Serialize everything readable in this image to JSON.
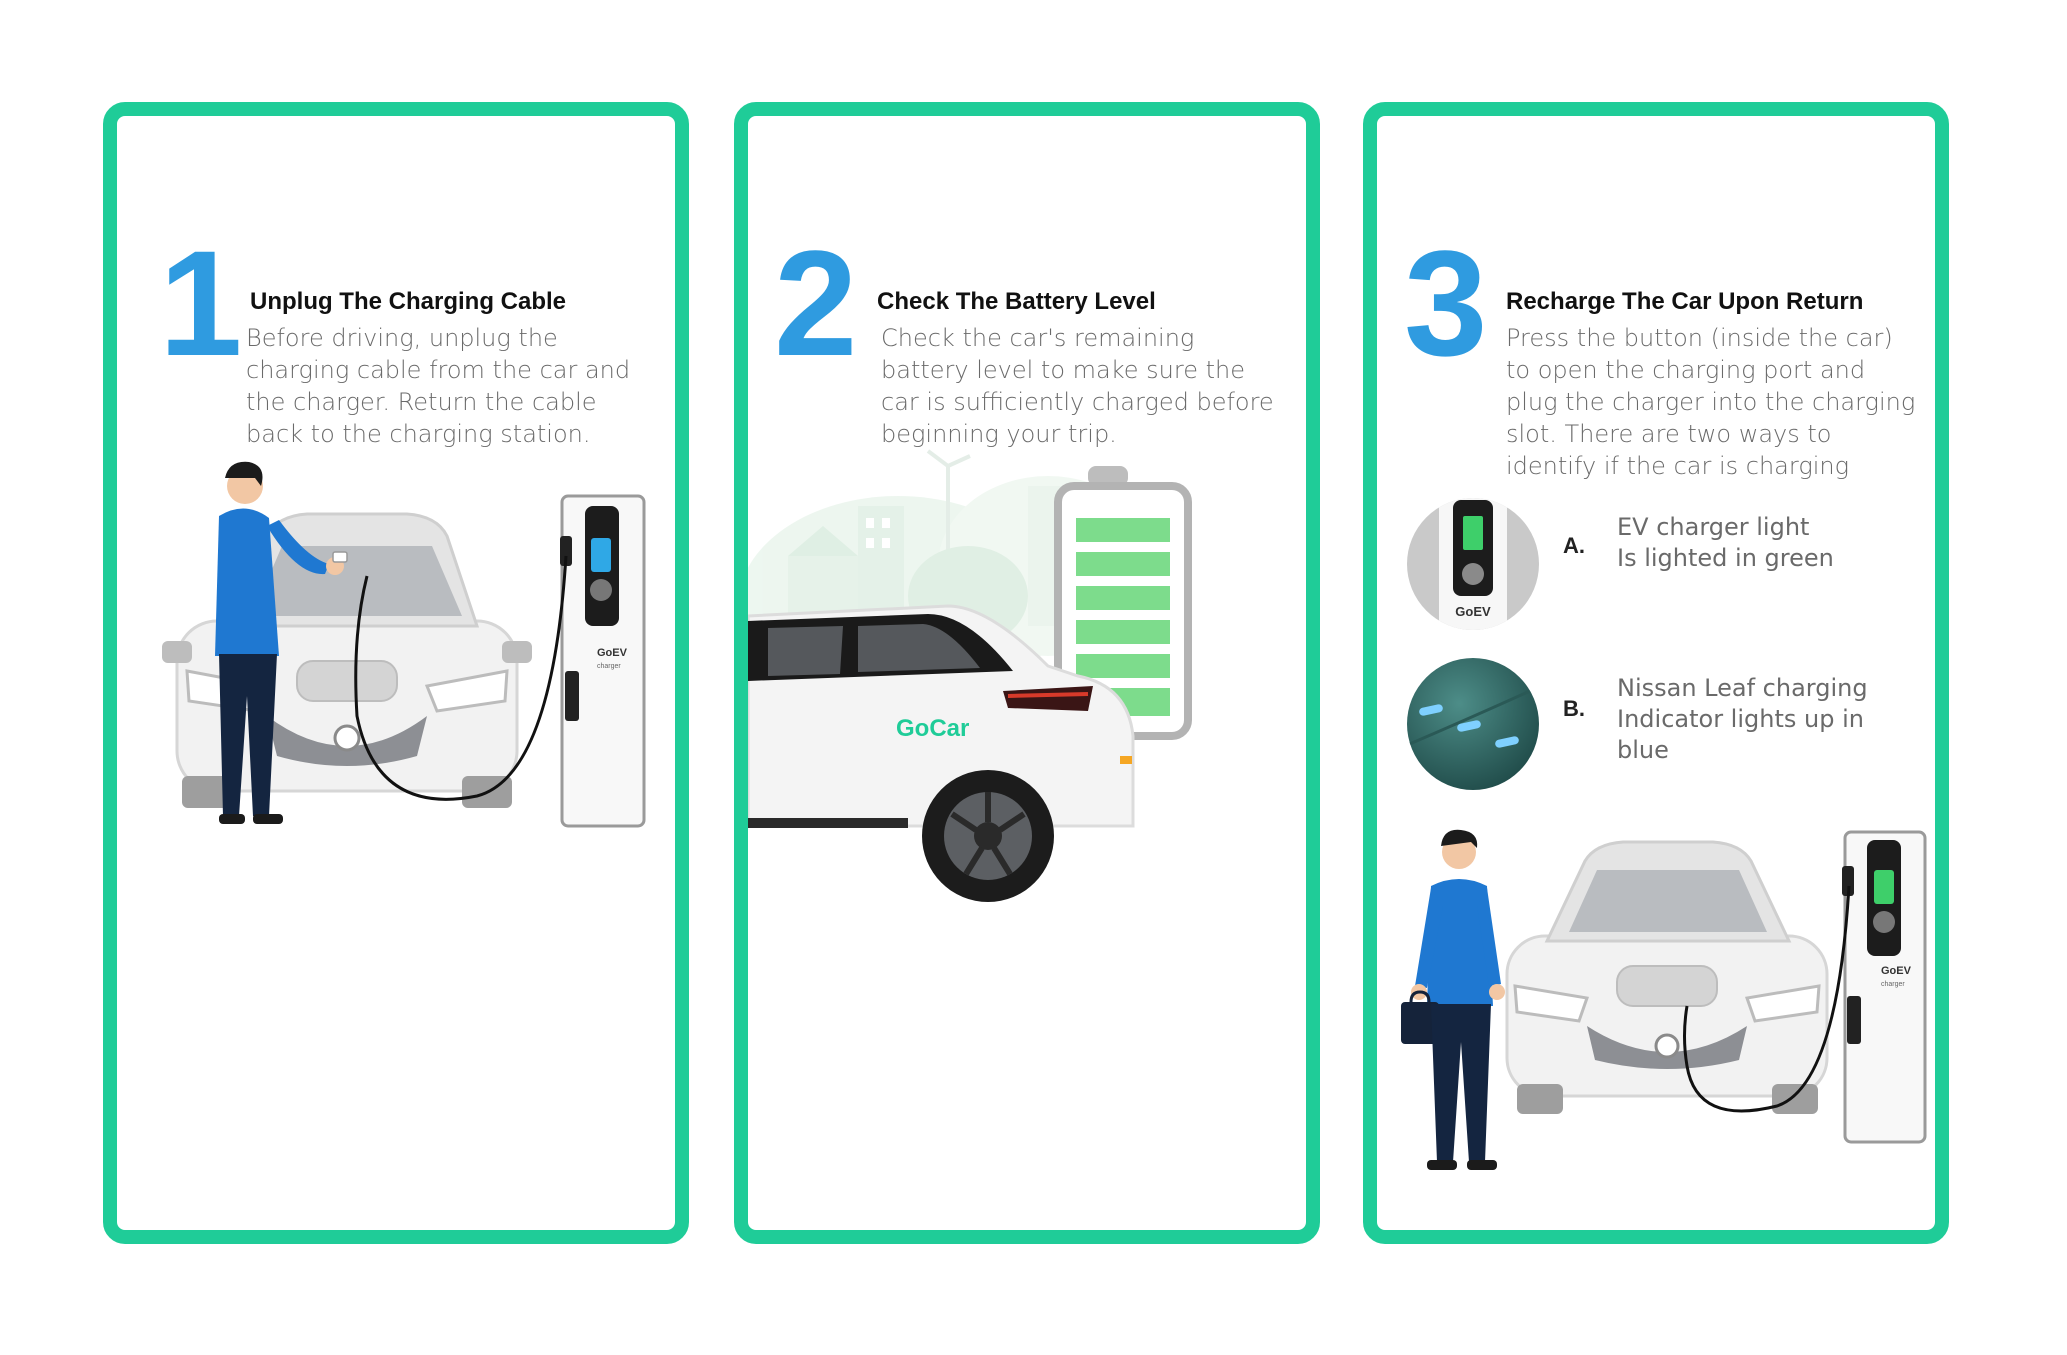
{
  "steps": [
    {
      "number": "1",
      "title": "Unplug The Charging Cable",
      "lines": [
        "Before driving, unplug the",
        "charging cable from the car and",
        "the charger. Return the cable",
        "back to the charging station."
      ]
    },
    {
      "number": "2",
      "title": "Check The Battery Level",
      "lines": [
        "Check the car's remaining",
        "battery level to make sure the",
        "car is sufficiently charged before",
        "beginning your trip."
      ],
      "car_brand": "GoCar"
    },
    {
      "number": "3",
      "title": "Recharge The Car Upon Return",
      "lines": [
        "Press the button (inside the car)",
        "to open the charging port and",
        "plug the charger into the charging",
        "slot. There are two ways to",
        "identify if the car is charging"
      ],
      "indicators": [
        {
          "letter": "A.",
          "lines": [
            "EV charger light",
            "Is lighted in green"
          ]
        },
        {
          "letter": "B.",
          "lines": [
            "Nissan Leaf charging",
            "Indicator lights up in",
            "blue"
          ]
        }
      ]
    }
  ],
  "charger_brand": "GoEV",
  "charger_sub": "charger",
  "colors": {
    "border": "#1fcc98",
    "number": "#2f9be0",
    "shirt": "#1f78d1",
    "battery": "#7ddc8c"
  }
}
